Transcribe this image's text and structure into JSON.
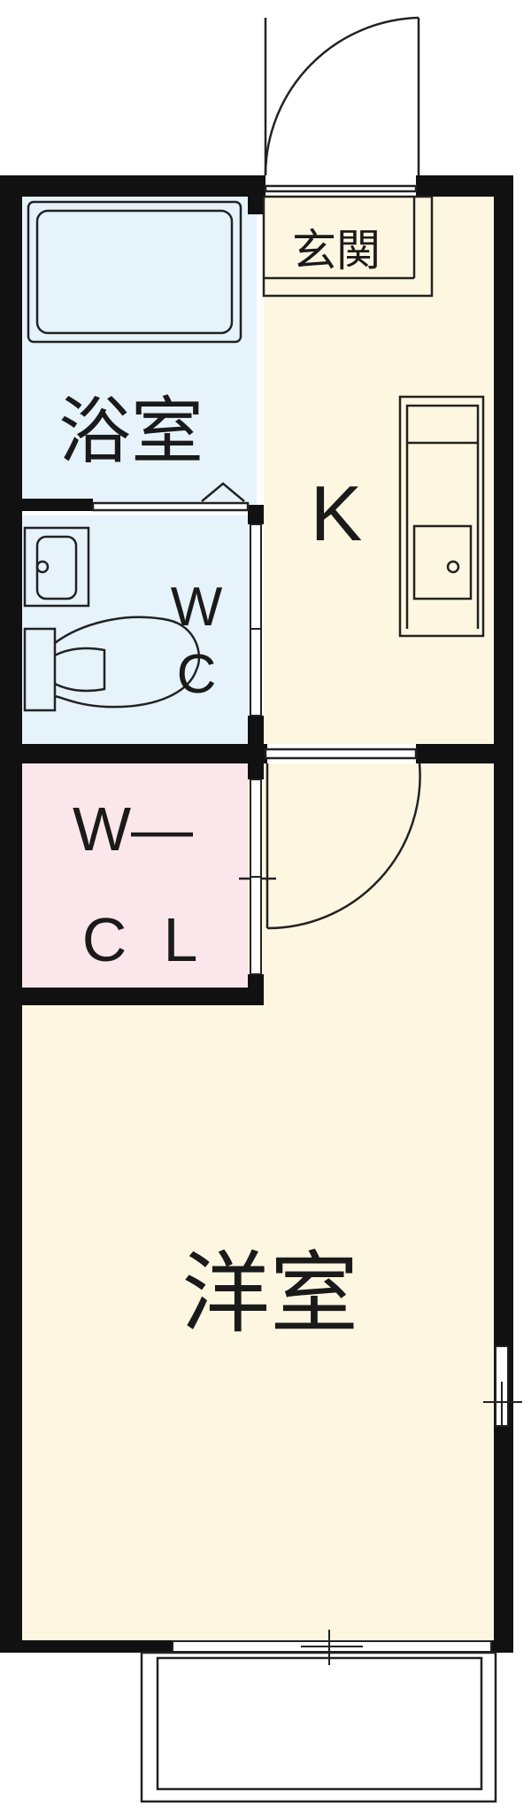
{
  "rooms": {
    "bath": "浴室",
    "entrance": "玄関",
    "kitchen": "K",
    "toilet_w": "W",
    "toilet_c": "C",
    "closet_top": "W—",
    "closet_c": "C",
    "closet_l": "L",
    "western": "洋室"
  },
  "colors": {
    "wall": "#111111",
    "wet_area": "#e6f3fb",
    "living_area": "#fdf7e1",
    "closet": "#fbe6ec",
    "outline": "#222222"
  }
}
